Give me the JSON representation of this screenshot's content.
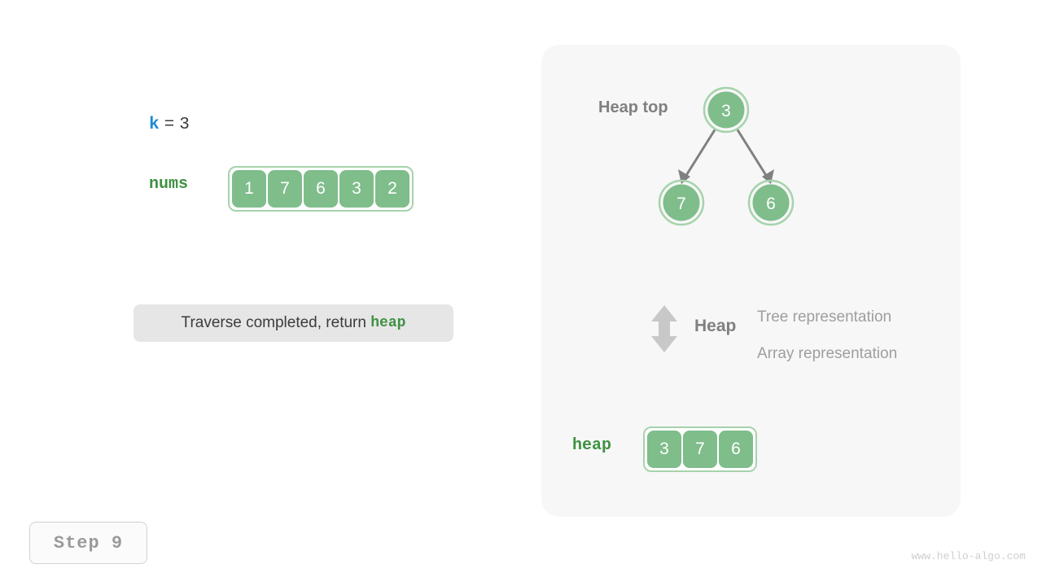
{
  "left": {
    "k_var": "k",
    "k_eq": "=",
    "k_value": "3",
    "nums_label": "nums",
    "nums_values": [
      "1",
      "7",
      "6",
      "3",
      "2"
    ],
    "message_prefix": "Traverse completed, return ",
    "message_highlight": "heap"
  },
  "step": {
    "label": "Step 9"
  },
  "watermark": {
    "text": "www.hello-algo.com"
  },
  "right": {
    "heap_top_label": "Heap top",
    "tree": {
      "root": "3",
      "left_child": "7",
      "right_child": "6"
    },
    "representation": {
      "heap_label": "Heap",
      "line1": "Tree representation",
      "line2": "Array representation"
    },
    "heap_label": "heap",
    "heap_values": [
      "3",
      "7",
      "6"
    ]
  },
  "colors": {
    "node_fill": "#7fbd8b",
    "node_ring": "#a5d3ab",
    "accent_green": "#3f9142",
    "accent_blue": "#1e8ad6",
    "arrow_gray": "#808080",
    "panel_bg": "#f7f7f7",
    "message_bg": "#e6e6e6"
  }
}
